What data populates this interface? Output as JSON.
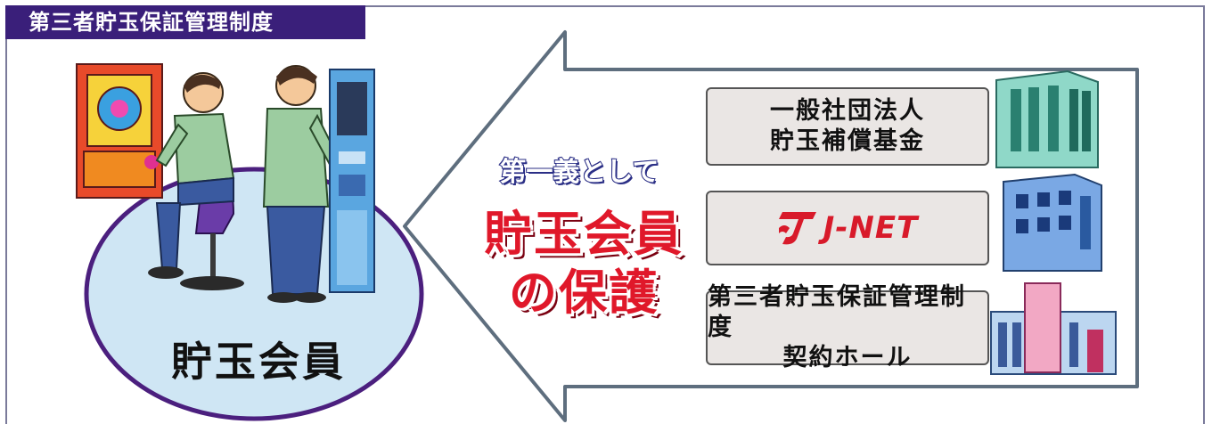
{
  "header": {
    "title": "第三者貯玉保証管理制度"
  },
  "member": {
    "label": "貯玉会員"
  },
  "slogan": {
    "line1": "第一義として",
    "line2": "貯玉会員",
    "line3": "の保護"
  },
  "orgs": [
    {
      "line1": "一般社団法人",
      "line2": "貯玉補償基金"
    },
    {
      "logo_text": "J-NET"
    },
    {
      "line1": "第三者貯玉保証管理制度",
      "line2": "契約ホール"
    }
  ],
  "colors": {
    "header_bg": "#3a1f7a",
    "circle_fill": "#cfe6f4",
    "circle_stroke": "#4b1f7e",
    "slogan_red": "#e0182a",
    "slogan_blue": "#2b2f86"
  }
}
